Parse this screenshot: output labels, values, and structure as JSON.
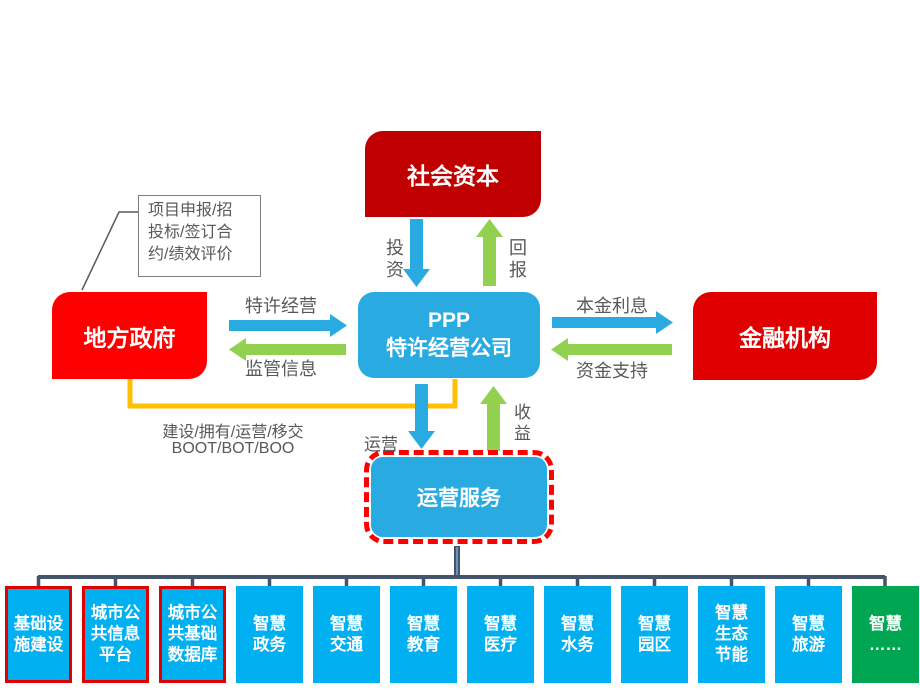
{
  "callout": {
    "lines": [
      "项目申报/招",
      "投标/签订合",
      "约/绩效评价"
    ]
  },
  "nodes": {
    "social_capital": {
      "label": "社会资本"
    },
    "local_government": {
      "label": "地方政府"
    },
    "ppp_company": {
      "line1": "PPP",
      "line2": "特许经营公司"
    },
    "financial_institution": {
      "label": "金融机构"
    },
    "operation_service": {
      "label": "运营服务"
    }
  },
  "edge_labels": {
    "invest": "投资",
    "reward": "回报",
    "franchise": "特许经营",
    "supervision": "监管信息",
    "principal_interest": "本金利息",
    "funding_support": "资金支持",
    "operate": "运营",
    "income": "收益",
    "boot_mode": "建设/拥有/运营/移交",
    "boot_abbr": "BOOT/BOT/BOO"
  },
  "bottom": {
    "boxes": [
      {
        "lines": [
          "基础设",
          "施建设"
        ],
        "highlighted": true
      },
      {
        "lines": [
          "城市公",
          "共信息",
          "平台"
        ],
        "highlighted": true
      },
      {
        "lines": [
          "城市公",
          "共基础",
          "数据库"
        ],
        "highlighted": true
      },
      {
        "lines": [
          "智慧",
          "政务"
        ],
        "highlighted": false
      },
      {
        "lines": [
          "智慧",
          "交通"
        ],
        "highlighted": false
      },
      {
        "lines": [
          "智慧",
          "教育"
        ],
        "highlighted": false
      },
      {
        "lines": [
          "智慧",
          "医疗"
        ],
        "highlighted": false
      },
      {
        "lines": [
          "智慧",
          "水务"
        ],
        "highlighted": false
      },
      {
        "lines": [
          "智慧",
          "园区"
        ],
        "highlighted": false
      },
      {
        "lines": [
          "智慧",
          "生态",
          "节能"
        ],
        "highlighted": false
      },
      {
        "lines": [
          "智慧",
          "旅游"
        ],
        "highlighted": false
      },
      {
        "lines": [
          "智慧",
          "……"
        ],
        "highlighted": false
      }
    ]
  },
  "colors": {
    "dark_red": "#C00000",
    "bright_red": "#FF0000",
    "medium_red": "#E00000",
    "node_blue": "#29ABE2",
    "bottom_blue": "#00B0F0",
    "arrow_green": "#92D050",
    "connector_yellow": "#FFC000",
    "tree_navy": "#44546A",
    "green_box": "#00A651",
    "label_gray": "#595959"
  }
}
